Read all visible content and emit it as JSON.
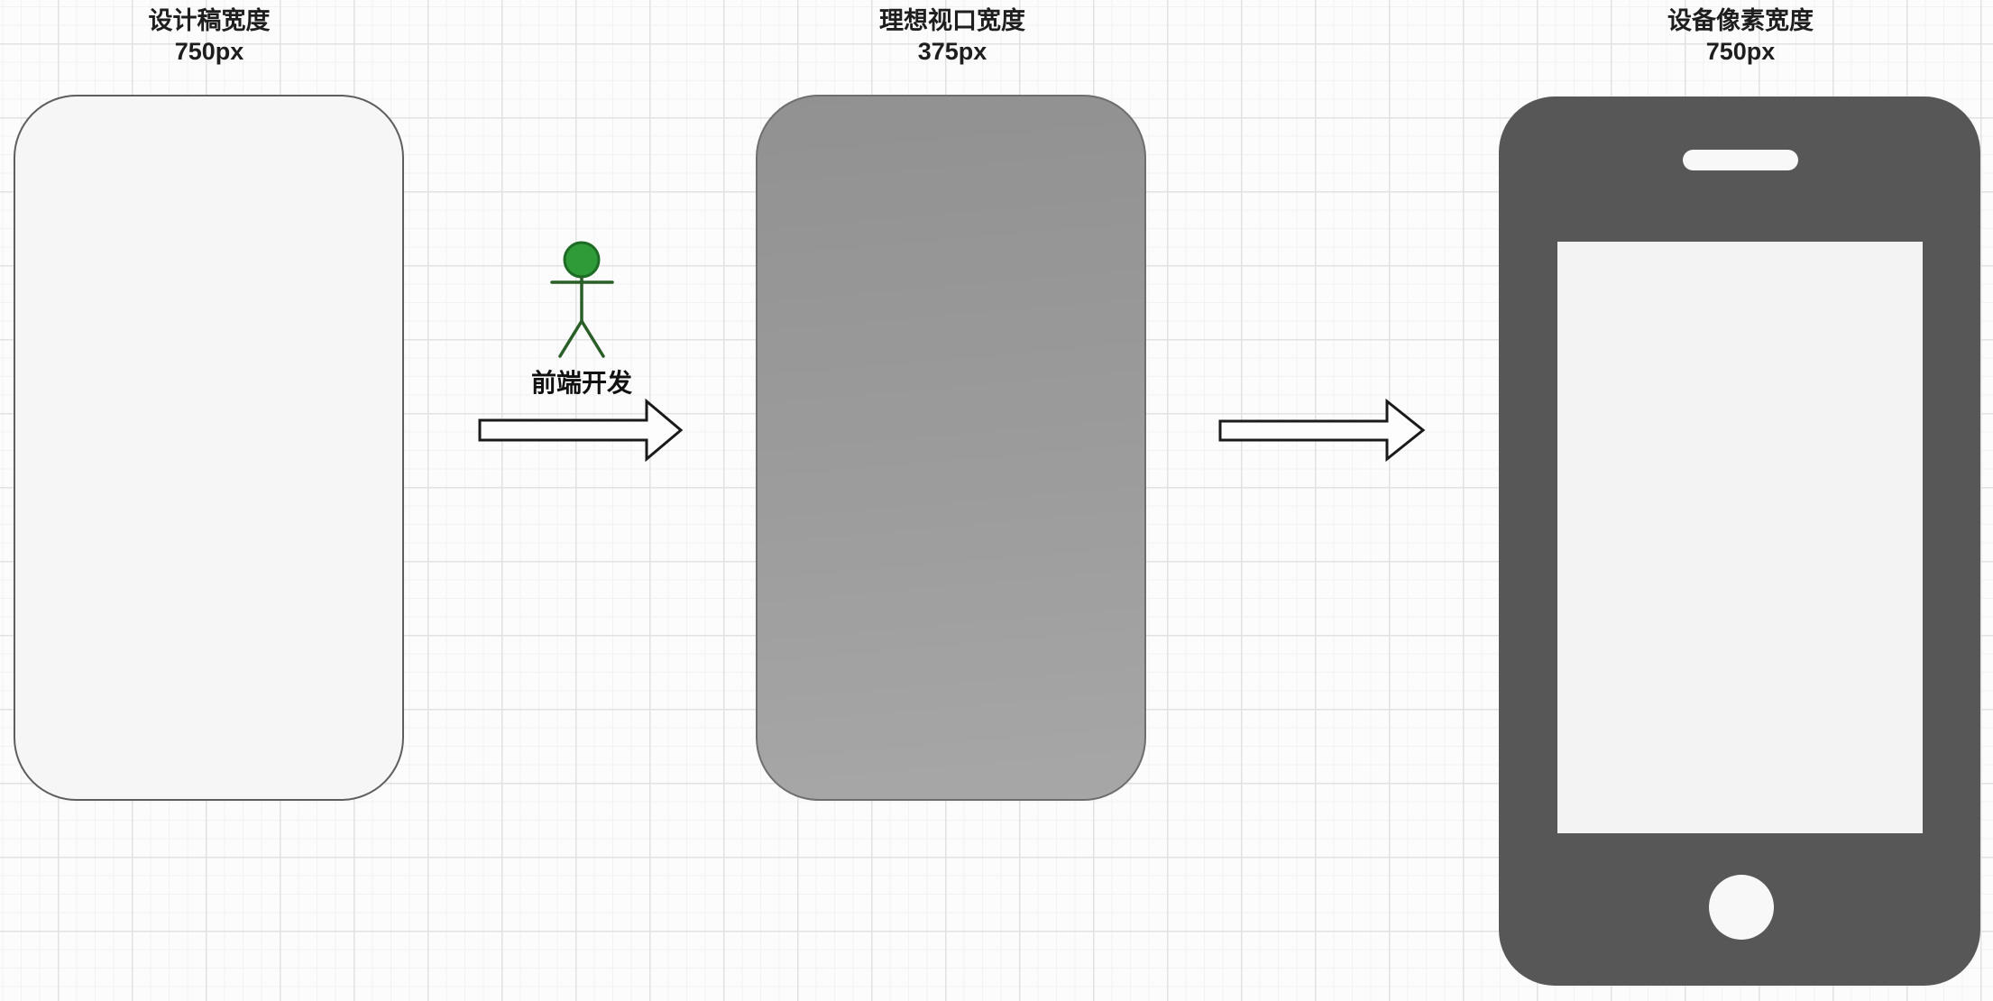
{
  "diagram": {
    "description": "mobile viewport width concept diagram",
    "stages": [
      {
        "id": "design-draft",
        "title": "设计稿宽度",
        "value": "750px"
      },
      {
        "id": "ideal-viewport",
        "title": "理想视口宽度",
        "value": "375px"
      },
      {
        "id": "device-pixel",
        "title": "设备像素宽度",
        "value": "750px"
      }
    ],
    "developer": {
      "label": "前端开发",
      "icon": "stick-figure-icon",
      "head_color": "#2f9b38",
      "head_stroke": "#1d6b24",
      "limb_color": "#2a5f28"
    },
    "arrows": {
      "icon": "arrow-right-icon",
      "stroke_color": "#1a1a1a",
      "fill_color": "#fdfdfd"
    },
    "colors": {
      "design_rect_fill": "#f5f6f5",
      "design_rect_border": "#5e5e5e",
      "viewport_rect_fill": "#9b9b9b",
      "phone_body": "#575757",
      "phone_screen": "#ffffff",
      "grid_major": "#e2e2e2",
      "grid_minor": "#f2f2f2",
      "background": "#fcfcfc",
      "text": "#1e1e1e"
    }
  }
}
